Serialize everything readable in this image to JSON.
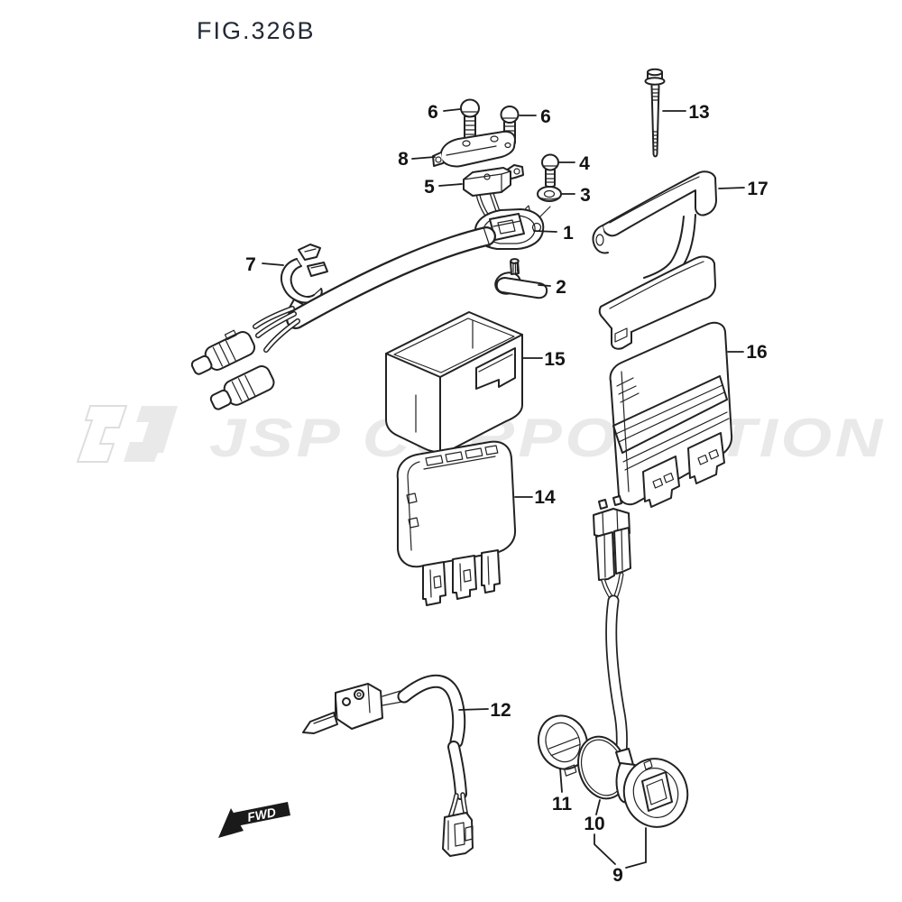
{
  "figure": {
    "title": "FIG.326B",
    "watermark": "JSP CORPORATION",
    "fwd": "FWD"
  },
  "colors": {
    "line": "#222222",
    "label_text": "#141414",
    "watermark_gray": "#e9e9e9",
    "background": "#ffffff",
    "fwd_arrow": "#1a1a1a"
  },
  "part_labels": [
    {
      "text": "6"
    },
    {
      "text": "6"
    },
    {
      "text": "8"
    },
    {
      "text": "4"
    },
    {
      "text": "5"
    },
    {
      "text": "3"
    },
    {
      "text": "1"
    },
    {
      "text": "2"
    },
    {
      "text": "7"
    },
    {
      "text": "13"
    },
    {
      "text": "17"
    },
    {
      "text": "15"
    },
    {
      "text": "16"
    },
    {
      "text": "14"
    },
    {
      "text": "12"
    },
    {
      "text": "11"
    },
    {
      "text": "10"
    },
    {
      "text": "9"
    }
  ]
}
